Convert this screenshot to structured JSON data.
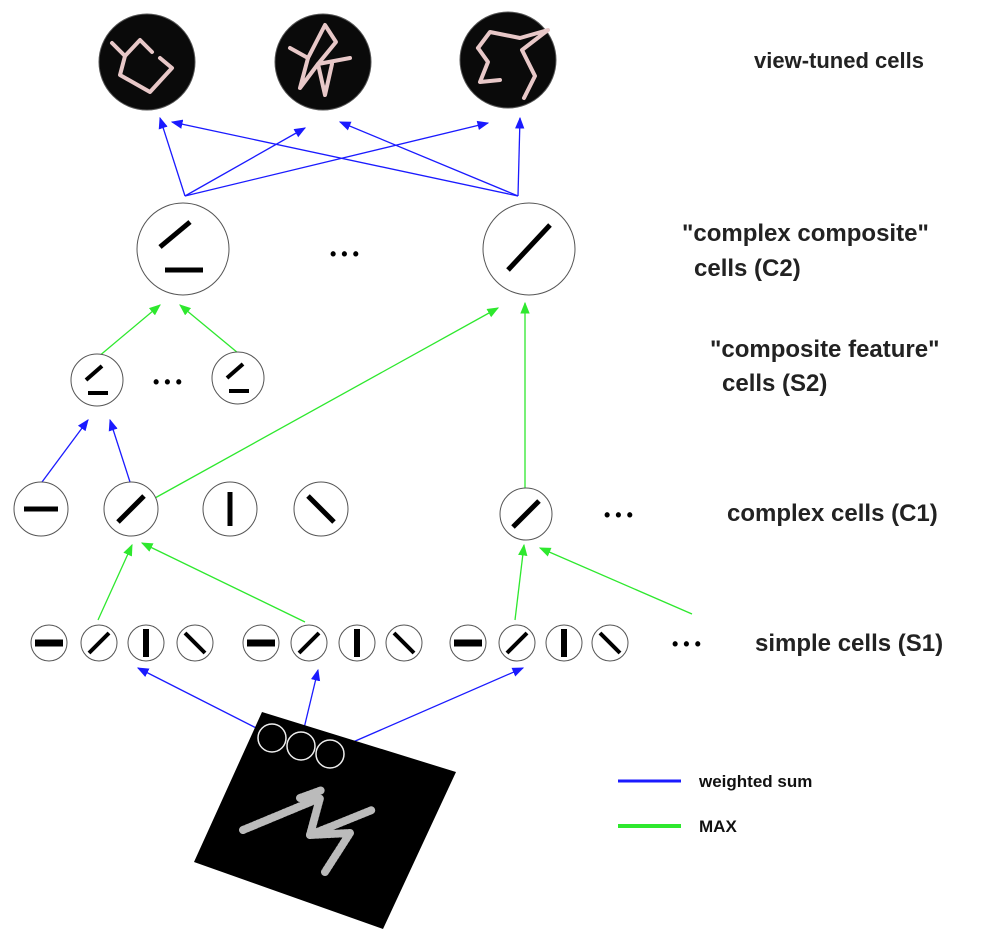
{
  "colors": {
    "weighted_sum_line": "#1a1aff",
    "max_line": "#2ee82e",
    "cell_outline": "#555555",
    "view_cell_fill": "#0a0a0a",
    "view_cell_stroke": "#e8c8c8",
    "label_text": "#222222"
  },
  "labels": {
    "view_tuned": "view-tuned cells",
    "c2_line1": "\"complex composite\"",
    "c2_line2": "cells (C2)",
    "s2_line1": "\"composite feature\"",
    "s2_line2": "cells (S2)",
    "c1": "complex cells (C1)",
    "s1": "simple cells (S1)"
  },
  "ellipsis": "• • •",
  "legend": {
    "items": [
      {
        "label": "weighted sum",
        "color": "#1a1aff",
        "icon": "blue-line"
      },
      {
        "label": "MAX",
        "color": "#2ee82e",
        "icon": "green-line"
      }
    ]
  },
  "cells": {
    "view_tuned_count": 3,
    "c2_orientations": [
      "corner",
      "diagonal"
    ],
    "s2_orientations": [
      "corner",
      "corner"
    ],
    "c1_orientations": [
      "horizontal",
      "diagonal",
      "vertical",
      "anti-diagonal",
      "diagonal"
    ],
    "s1_orientations": [
      "horizontal",
      "diagonal",
      "vertical",
      "anti-diagonal",
      "horizontal",
      "diagonal",
      "vertical",
      "anti-diagonal",
      "horizontal",
      "diagonal",
      "vertical",
      "anti-diagonal"
    ]
  }
}
